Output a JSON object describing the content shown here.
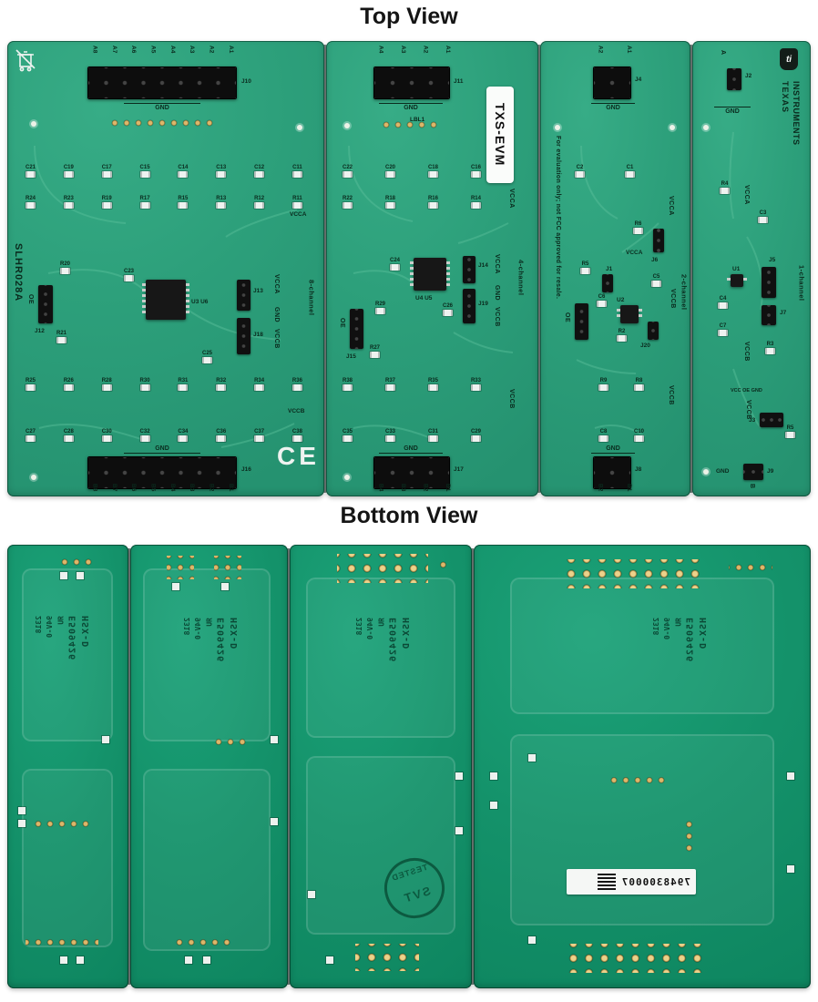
{
  "titles": {
    "top": "Top View",
    "bottom": "Bottom View"
  },
  "top": {
    "s1": {
      "board_id": "SLHR028A",
      "channel": "8-channel",
      "pins_top": [
        "A8",
        "A7",
        "A6",
        "A5",
        "A4",
        "A3",
        "A2",
        "A1"
      ],
      "j_top": "J10",
      "gnd_top": "GND",
      "caps_top": [
        "C21",
        "C19",
        "C17",
        "C15",
        "C14",
        "C13",
        "C12",
        "C11"
      ],
      "res_top": [
        "R24",
        "R23",
        "R19",
        "R17",
        "R15",
        "R13",
        "R12",
        "R11"
      ],
      "vcca": "VCCA",
      "r20": "R20",
      "oe": "OE",
      "j12": "J12",
      "r21": "R21",
      "c23": "C23",
      "u_label": "U3 U6",
      "j13": "J13",
      "j18": "J18",
      "rails": [
        "VCCA",
        "GND",
        "VCCB"
      ],
      "c25": "C25",
      "res_bot": [
        "R25",
        "R26",
        "R28",
        "R30",
        "R31",
        "R32",
        "R34",
        "R36"
      ],
      "vccb": "VCCB",
      "caps_bot": [
        "C27",
        "C28",
        "C30",
        "C32",
        "C34",
        "C36",
        "C37",
        "C38"
      ],
      "gnd_bot": "GND",
      "j_bot": "J16",
      "pins_bot": [
        "B8",
        "B7",
        "B6",
        "B5",
        "B4",
        "B3",
        "B2",
        "B1"
      ],
      "ce_mark": "CE"
    },
    "s2": {
      "channel": "4-channel",
      "sticker": "TXS-EVM",
      "pins_top": [
        "A4",
        "A3",
        "A2",
        "A1"
      ],
      "j_top": "J11",
      "gnd_top": "GND",
      "lbl1": "LBL1",
      "caps_top": [
        "C22",
        "C20",
        "C18",
        "C16"
      ],
      "res_top": [
        "R22",
        "R18",
        "R16",
        "R14"
      ],
      "vcca": "VCCA",
      "r29": "R29",
      "oe": "OE",
      "j15": "J15",
      "r27": "R27",
      "c24": "C24",
      "u_label": "U4 U5",
      "j14": "J14",
      "j19": "J19",
      "c26": "C26",
      "rails": [
        "VCCA",
        "GND",
        "VCCB"
      ],
      "res_bot": [
        "R38",
        "R37",
        "R35",
        "R33"
      ],
      "vccb": "VCCB",
      "caps_bot": [
        "C35",
        "C33",
        "C31",
        "C29"
      ],
      "gnd_bot": "GND",
      "j_bot": "J17",
      "pins_bot": [
        "B4",
        "B3",
        "B2",
        "B1"
      ]
    },
    "s3": {
      "channel": "2-channel",
      "disclaimer": "For evaluation only; not FCC approved for resale.",
      "pins_top": [
        "A2",
        "A1"
      ],
      "j_top": "J4",
      "gnd_top": "GND",
      "caps_top": [
        "C2",
        "C1"
      ],
      "r6": "R6",
      "j6": "J6",
      "vcca": "VCCA",
      "r5": "R5",
      "j1": "J1",
      "oe": "OE",
      "u2": "U2",
      "c5": "C5",
      "c6": "C6",
      "j20": "J20",
      "r2": "R2",
      "vccb": "VCCB",
      "res_bot": [
        "R9",
        "R8"
      ],
      "caps_bot": [
        "C8",
        "C10"
      ],
      "gnd_bot": "GND",
      "j_bot": "J8",
      "pins_bot": [
        "B2",
        "B1"
      ]
    },
    "s4": {
      "channel": "1-channel",
      "brand_bug": "ti",
      "brand_top": "TEXAS",
      "brand_bottom": "INSTRUMENTS",
      "pin_a": "A",
      "j2": "J2",
      "gnd_top": "GND",
      "r4": "R4",
      "vcca": "VCCA",
      "c3": "C3",
      "u1": "U1",
      "j5": "J5",
      "c4": "C4",
      "c7": "C7",
      "j7": "J7",
      "vccb": "VCCB",
      "r3": "R3",
      "vcc_oe_gnd": "VCC OE GND",
      "vccb2": "VCCB",
      "j3": "J3",
      "r5": "R5",
      "j9": "J9",
      "gnd_bot": "GND",
      "pin_b": "B"
    }
  },
  "bottom": {
    "mfg": {
      "line1": "HSX-D",
      "line2": "E509426",
      "ul": "ЯU",
      "line3": "94V-0",
      "date_code": "2318"
    },
    "stamp": {
      "arc": "TESTED",
      "center": "SVT"
    },
    "serial": "7948300007"
  }
}
